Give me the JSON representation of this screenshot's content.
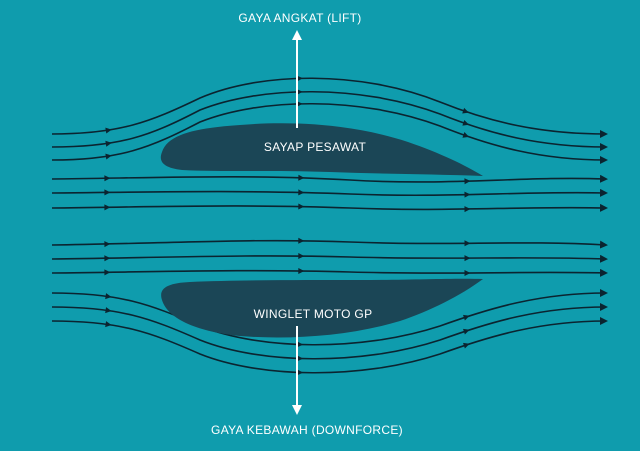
{
  "labels": {
    "lift": "GAYA ANGKAT (LIFT)",
    "upper_wing": "SAYAP PESAWAT",
    "lower_wing": "WINGLET MOTO GP",
    "downforce": "GAYA KEBAWAH (DOWNFORCE)"
  },
  "colors": {
    "background": "#0f9cad",
    "airfoil": "#1b4656",
    "streamline": "#0b2430",
    "force_arrow": "#ffffff"
  },
  "icons": {
    "lift": "arrow-up-icon",
    "downforce": "arrow-down-icon"
  }
}
